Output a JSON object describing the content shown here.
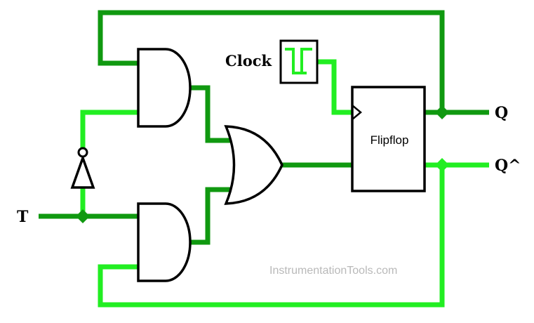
{
  "labels": {
    "clock": "Clock",
    "t_input": "T",
    "q_output": "Q",
    "q_not_output": "Q^",
    "flipflop": "Flipflop",
    "watermark": "InstrumentationTools.com"
  },
  "colors": {
    "wire_dark": "#109910",
    "wire_bright": "#22ee22",
    "gate_outline": "#000000",
    "watermark": "#b9b9b9"
  },
  "components": {
    "gates": [
      "and-gate",
      "and-gate",
      "or-gate",
      "not-gate"
    ],
    "clock_icon": "square-wave-icon"
  }
}
